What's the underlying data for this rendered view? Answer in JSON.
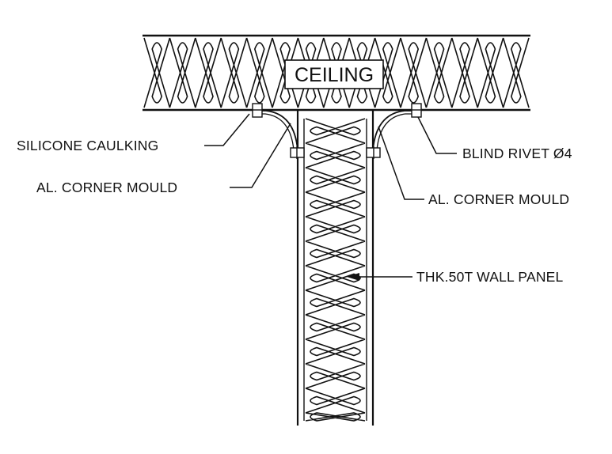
{
  "title": "",
  "ceiling_label": "CEILING",
  "labels": {
    "silicone_caulking": "SILICONE CAULKING",
    "al_corner_mould_left": "AL. CORNER MOULD",
    "blind_rivet": "BLIND RIVET Ø4",
    "al_corner_mould_right": "AL. CORNER MOULD",
    "wall_panel": "THK.50T WALL PANEL"
  },
  "colors": {
    "line": "#111111",
    "background": "#ffffff"
  }
}
